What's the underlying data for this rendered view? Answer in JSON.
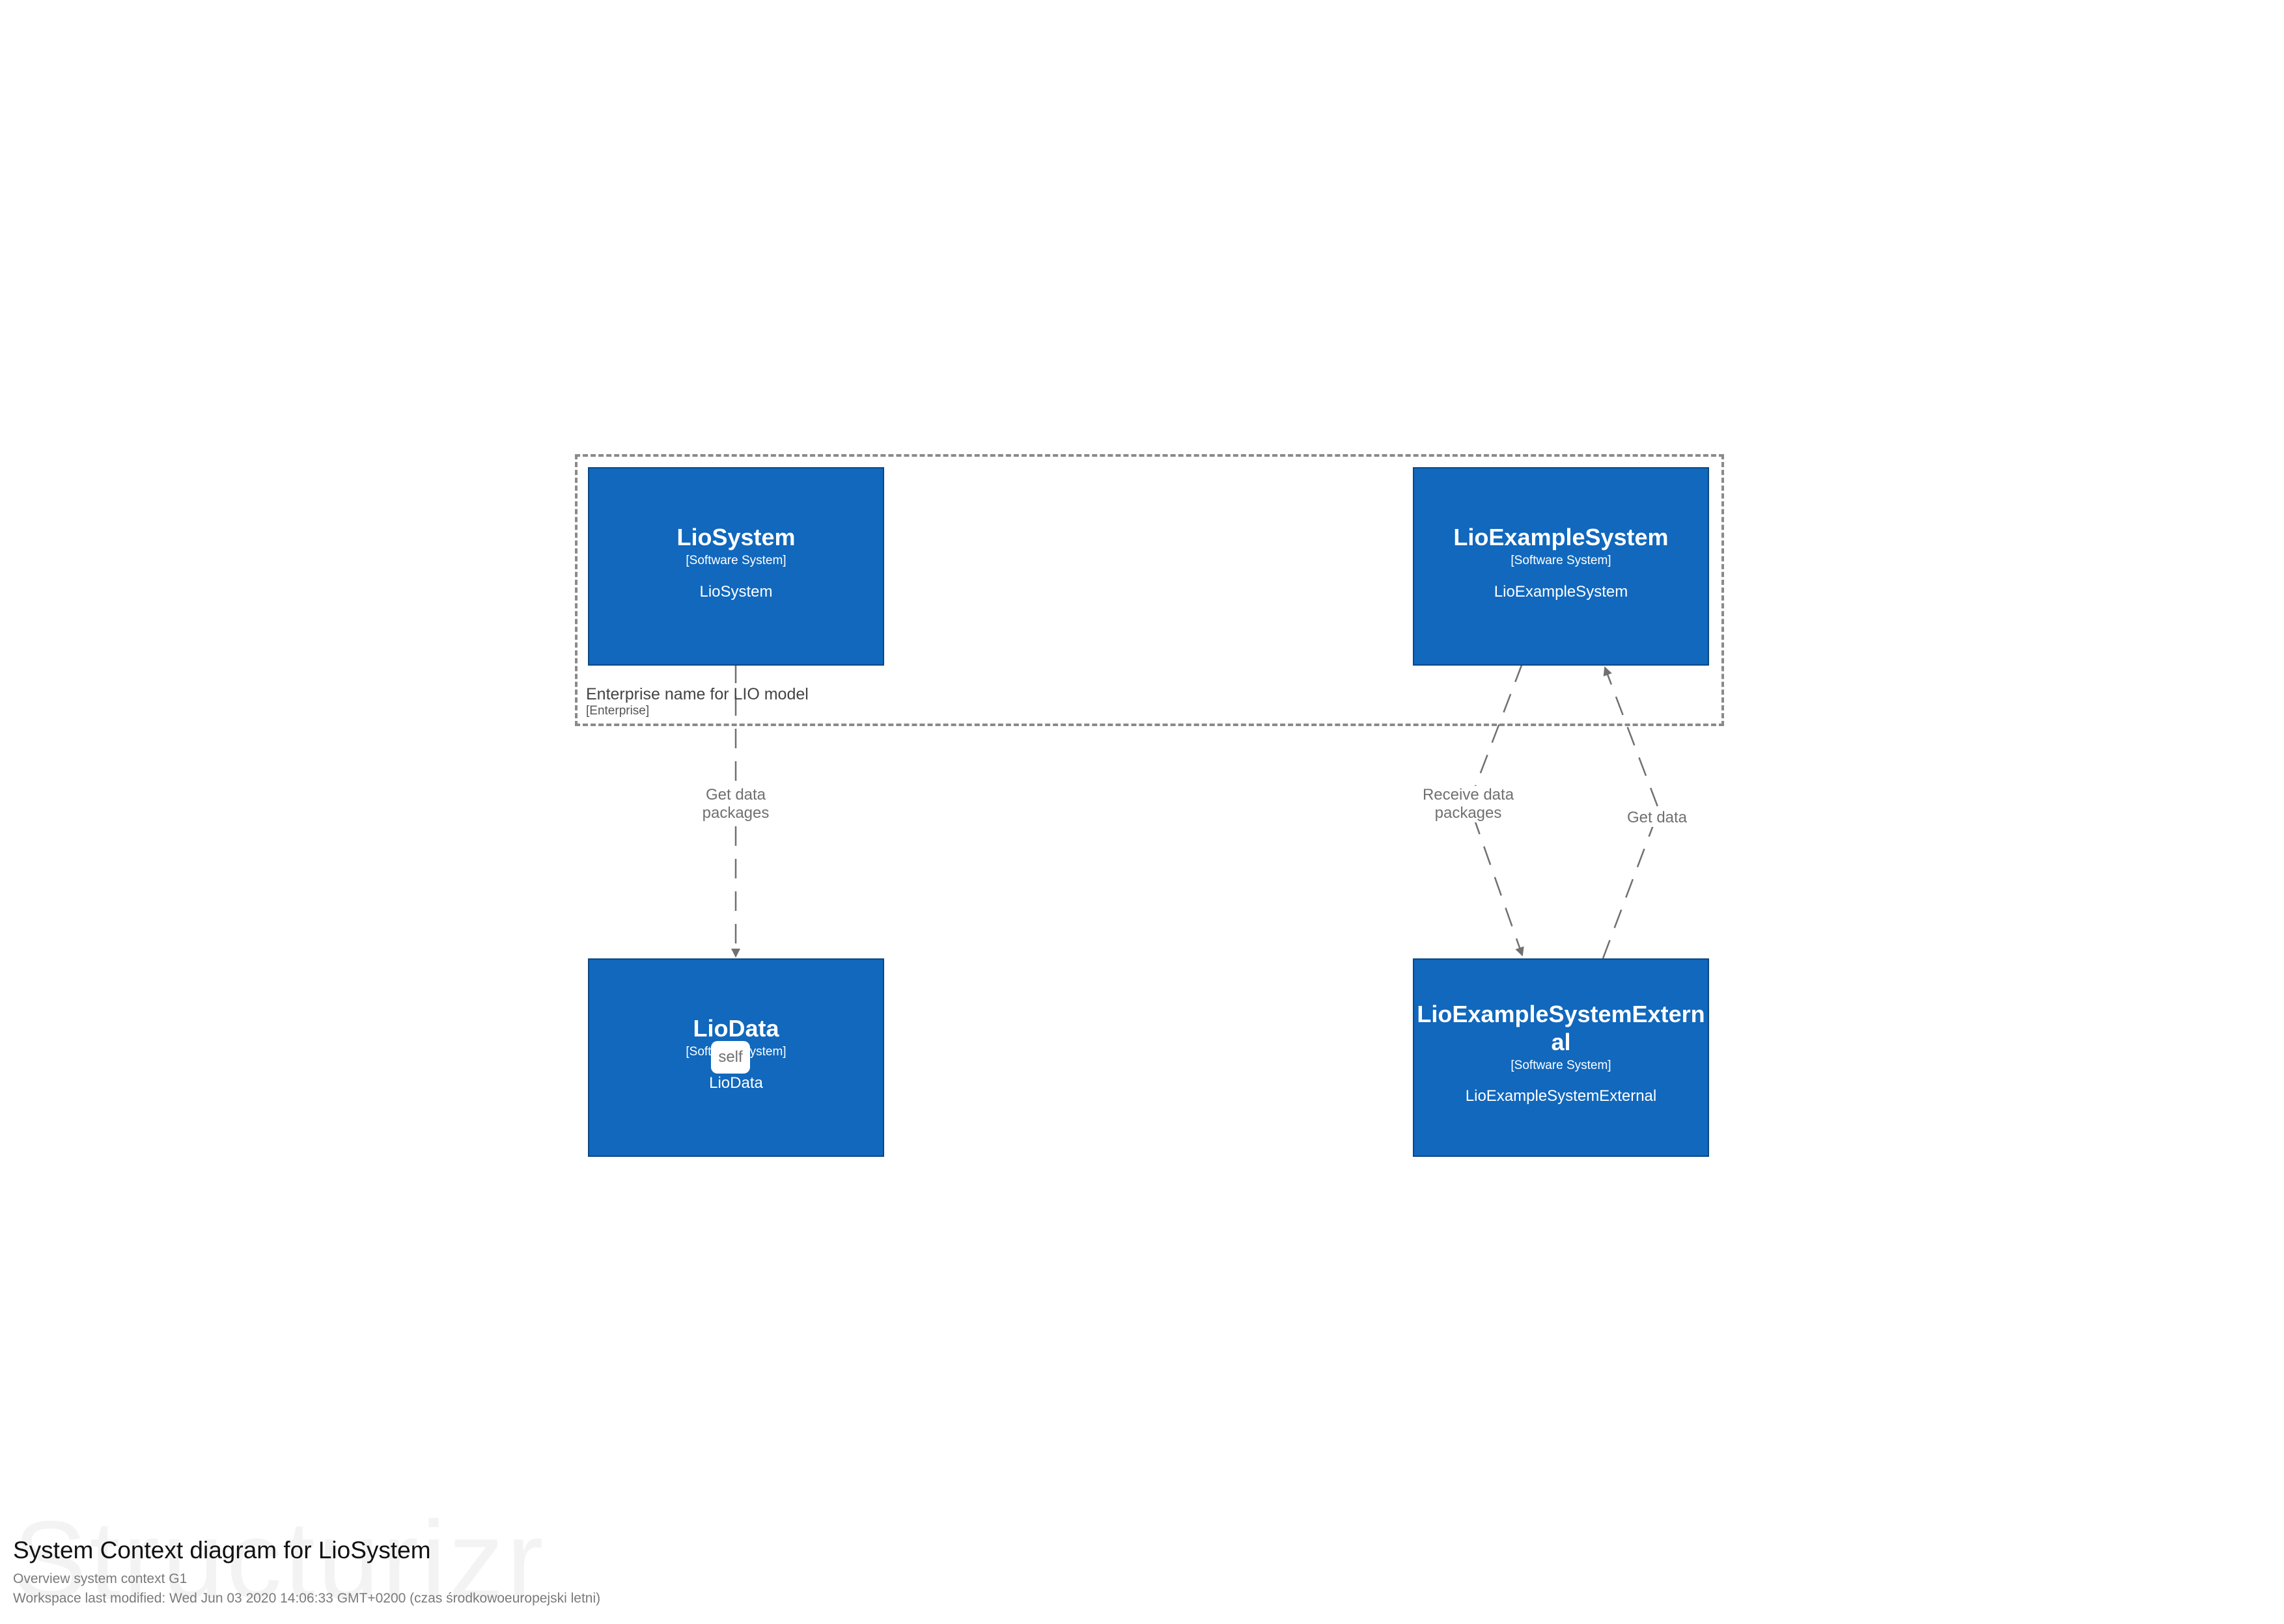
{
  "diagram": {
    "boundary": {
      "name": "Enterprise name for LIO model",
      "type": "[Enterprise]"
    },
    "elements": {
      "liosystem": {
        "name": "LioSystem",
        "type": "[Software System]",
        "description": "LioSystem"
      },
      "lioexamplesystem": {
        "name": "LioExampleSystem",
        "type": "[Software System]",
        "description": "LioExampleSystem"
      },
      "liodata": {
        "name": "LioData",
        "type": "[Software System]",
        "description": "LioData"
      },
      "lioexamplesystemexternal": {
        "name_line1": "LioExampleSystemExtern",
        "name_line2": "al",
        "type": "[Software System]",
        "description": "LioExampleSystemExternal"
      }
    },
    "relationships": {
      "get_data_packages": {
        "line1": "Get data",
        "line2": "packages"
      },
      "receive_data_packages": {
        "line1": "Receive data",
        "line2": "packages"
      },
      "get_data": {
        "line1": "Get data"
      },
      "self": {
        "label": "self"
      }
    },
    "colors": {
      "box_fill": "#1168bd",
      "box_border": "#0b4884",
      "line": "#707070"
    }
  },
  "footer": {
    "title": "System Context diagram for LioSystem",
    "description": "Overview system context G1",
    "meta": "Workspace last modified: Wed Jun 03 2020 14:06:33 GMT+0200 (czas środkowoeuropejski letni)",
    "watermark": "Structurizr"
  }
}
